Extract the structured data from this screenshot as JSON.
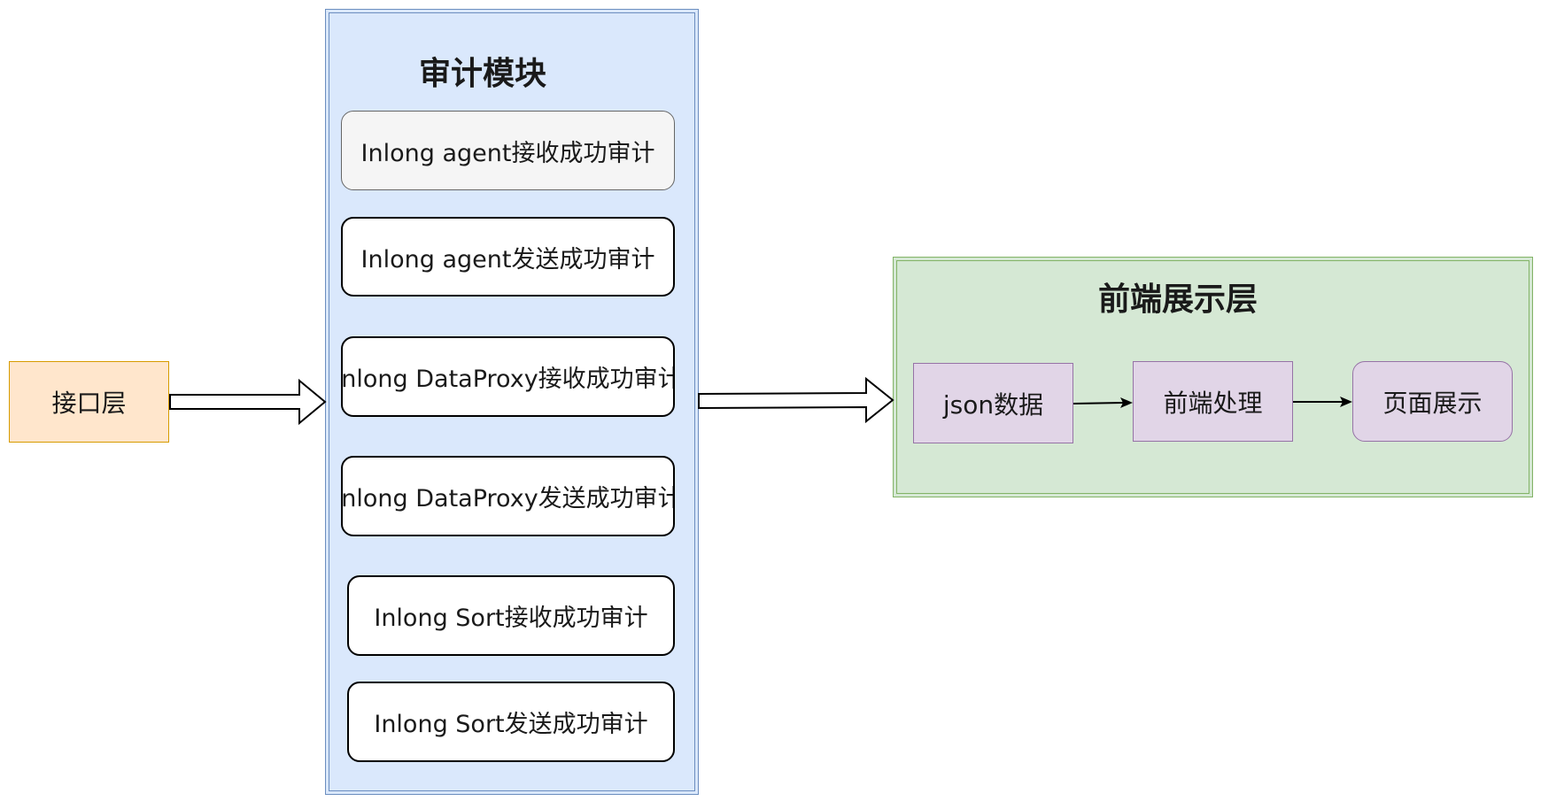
{
  "interface_layer": {
    "label": "接口层"
  },
  "audit_module": {
    "title": "审计模块",
    "items": [
      "Inlong agent接收成功审计",
      "Inlong agent发送成功审计",
      "Inlong DataProxy接收成功审计",
      "Inlong DataProxy发送成功审计",
      "Inlong Sort接收成功审计",
      "Inlong Sort发送成功审计"
    ]
  },
  "frontend_layer": {
    "title": "前端展示层",
    "steps": [
      "json数据",
      "前端处理",
      "页面展示"
    ]
  },
  "colors": {
    "interface_fill": "#ffe6cc",
    "interface_stroke": "#d79b00",
    "audit_fill": "#dae8fc",
    "audit_stroke": "#6c8ebf",
    "frontend_fill": "#d5e8d4",
    "frontend_stroke": "#82b366",
    "step_fill": "#e1d5e7",
    "step_stroke": "#9673a6"
  }
}
